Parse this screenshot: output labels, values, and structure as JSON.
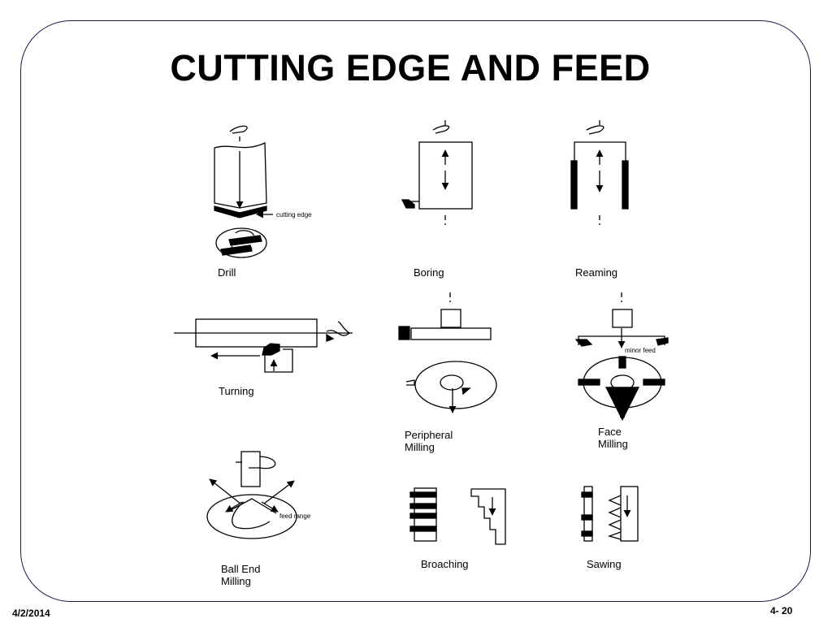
{
  "slide": {
    "title": "CUTTING EDGE AND FEED",
    "date": "4/2/2014",
    "page": "4- 20"
  },
  "labels": {
    "drill": "Drill",
    "cutting_edge": "cutting edge",
    "boring": "Boring",
    "reaming": "Reaming",
    "turning": "Turning",
    "peripheral_milling": "Peripheral\nMilling",
    "face_milling": "Face\nMilling",
    "minor_feed": "minor feed",
    "ball_end_milling": "Ball End\nMilling",
    "feed_range": "feed range",
    "broaching": "Broaching",
    "sawing": "Sawing"
  }
}
